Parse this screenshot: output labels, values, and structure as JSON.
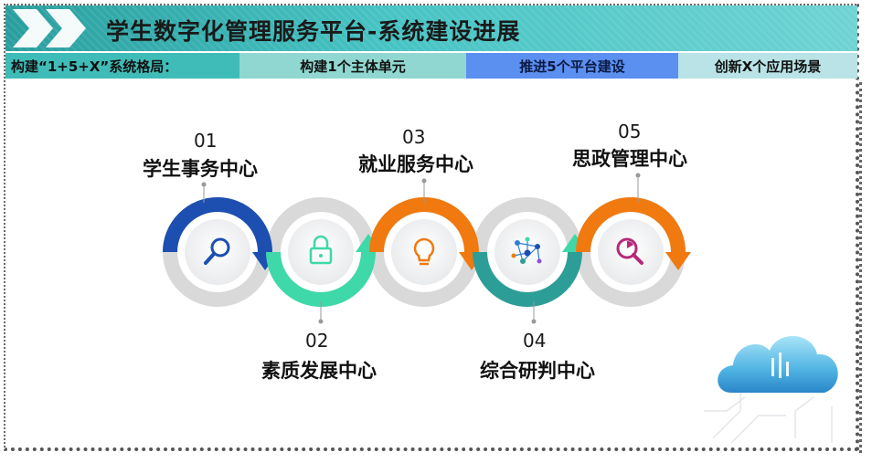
{
  "header": {
    "title": "学生数字化管理服务平台-系统建设进展"
  },
  "subbar": {
    "items": [
      "构建“1+5+X”系统格局：",
      "构建1个主体单元",
      "推进5个平台建设",
      "创新X个应用场景"
    ]
  },
  "centers": [
    {
      "num": "01",
      "label": "学生事务中心",
      "icon": "search-icon",
      "color": "#1c4fb0"
    },
    {
      "num": "02",
      "label": "素质发展中心",
      "icon": "lock-icon",
      "color": "#3fd8a9"
    },
    {
      "num": "03",
      "label": "就业服务中心",
      "icon": "lightbulb-icon",
      "color": "#f07a0f"
    },
    {
      "num": "04",
      "label": "综合研判中心",
      "icon": "network-icon",
      "color": "#2d9e97"
    },
    {
      "num": "05",
      "label": "思政管理中心",
      "icon": "magnifier-chart-icon",
      "color": "#f07a0f"
    }
  ]
}
